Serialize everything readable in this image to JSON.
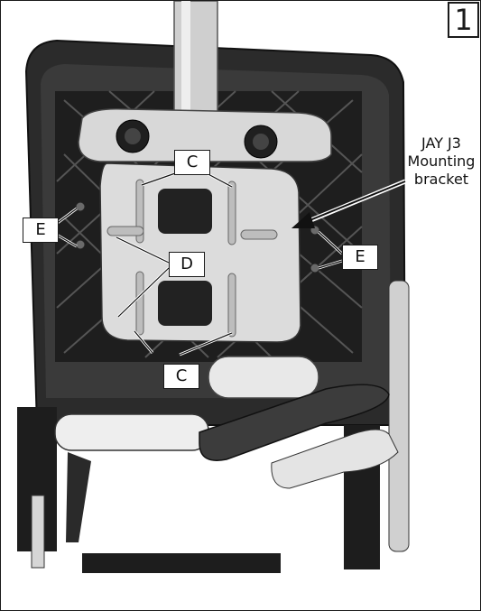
{
  "figure": {
    "step_number": "1",
    "caption_lines": [
      "JAY J3",
      "Mounting",
      "bracket"
    ],
    "callouts": {
      "c_top": "C",
      "c_bottom": "C",
      "d": "D",
      "e_left": "E",
      "e_right": "E"
    }
  }
}
